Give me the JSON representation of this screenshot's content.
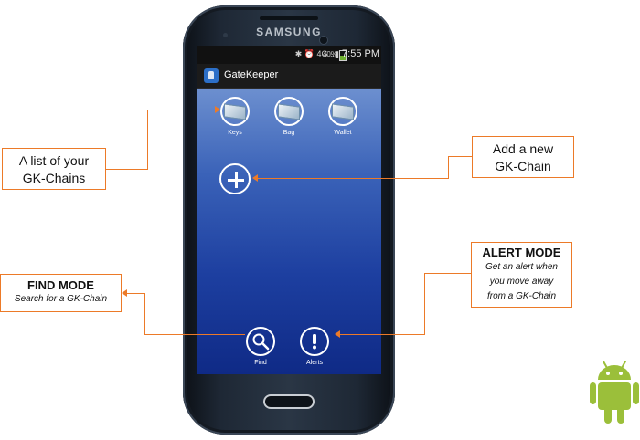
{
  "phone": {
    "brand": "SAMSUNG",
    "status_bar": {
      "icons": "✱ ⏰ 4G ..▮",
      "battery": "40%",
      "time": "7:55 PM"
    },
    "app_title": "GateKeeper",
    "chains": [
      {
        "label": "Keys"
      },
      {
        "label": "Bag"
      },
      {
        "label": "Wallet"
      }
    ],
    "bottom_buttons": [
      {
        "label": "Find",
        "icon": "search-icon"
      },
      {
        "label": "Alerts",
        "icon": "exclamation-icon"
      }
    ]
  },
  "callouts": {
    "list": {
      "line1": "A list of your",
      "line2": "GK-Chains"
    },
    "add": {
      "line1": "Add a new",
      "line2": "GK-Chain"
    },
    "find": {
      "title": "FIND MODE",
      "desc": "Search for a GK-Chain"
    },
    "alert": {
      "title": "ALERT MODE",
      "line1": "Get an alert when",
      "line2": "you move away",
      "line3": "from a GK-Chain"
    }
  },
  "colors": {
    "accent": "#ec7a28",
    "screen_top": "#6c8fcf",
    "screen_bottom": "#0f2a86",
    "android_green": "#9bbf3a"
  }
}
